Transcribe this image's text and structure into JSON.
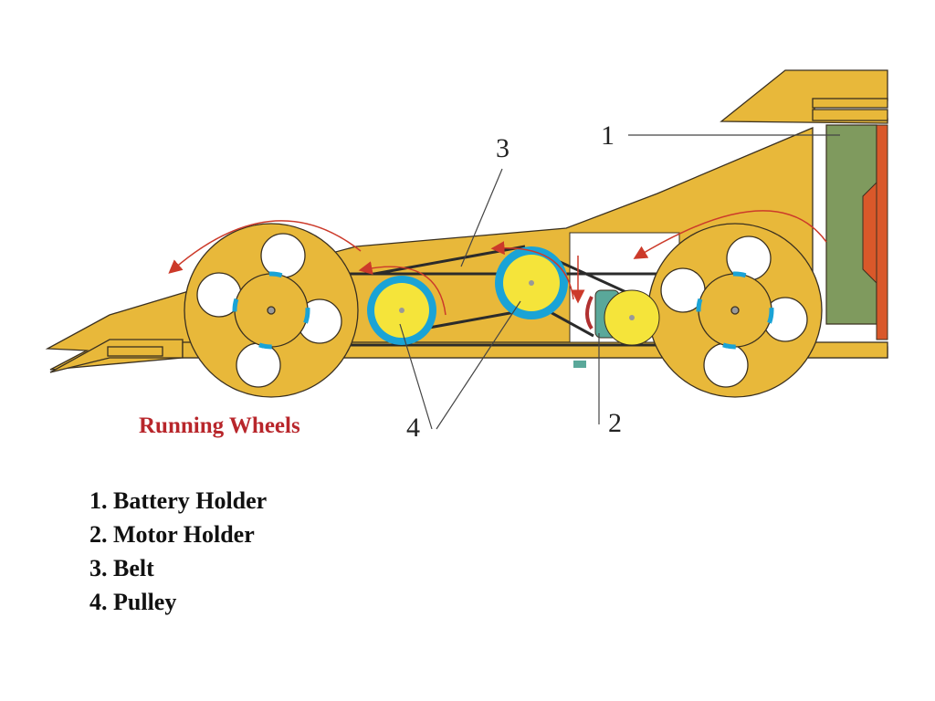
{
  "diagram": {
    "title": "Car chassis with belt-driven running wheels",
    "caption": "Running Wheels",
    "callouts": [
      {
        "id": "1",
        "label": "1"
      },
      {
        "id": "2",
        "label": "2"
      },
      {
        "id": "3",
        "label": "3"
      },
      {
        "id": "4",
        "label": "4"
      }
    ],
    "legend": [
      {
        "num": "1.",
        "text": "Battery Holder"
      },
      {
        "num": "2.",
        "text": "Motor Holder"
      },
      {
        "num": "3.",
        "text": "Belt"
      },
      {
        "num": "4.",
        "text": "Pulley"
      }
    ],
    "colors": {
      "body": "#e8b83a",
      "outline": "#3a3020",
      "pulley_fill": "#f5e43a",
      "pulley_ring": "#1aa3d6",
      "battery": "#7f9a5e",
      "battery_cap": "#d9582a",
      "arrow": "#cc3a2a",
      "caption": "#b8262b",
      "motor": "#5aa89a"
    }
  }
}
